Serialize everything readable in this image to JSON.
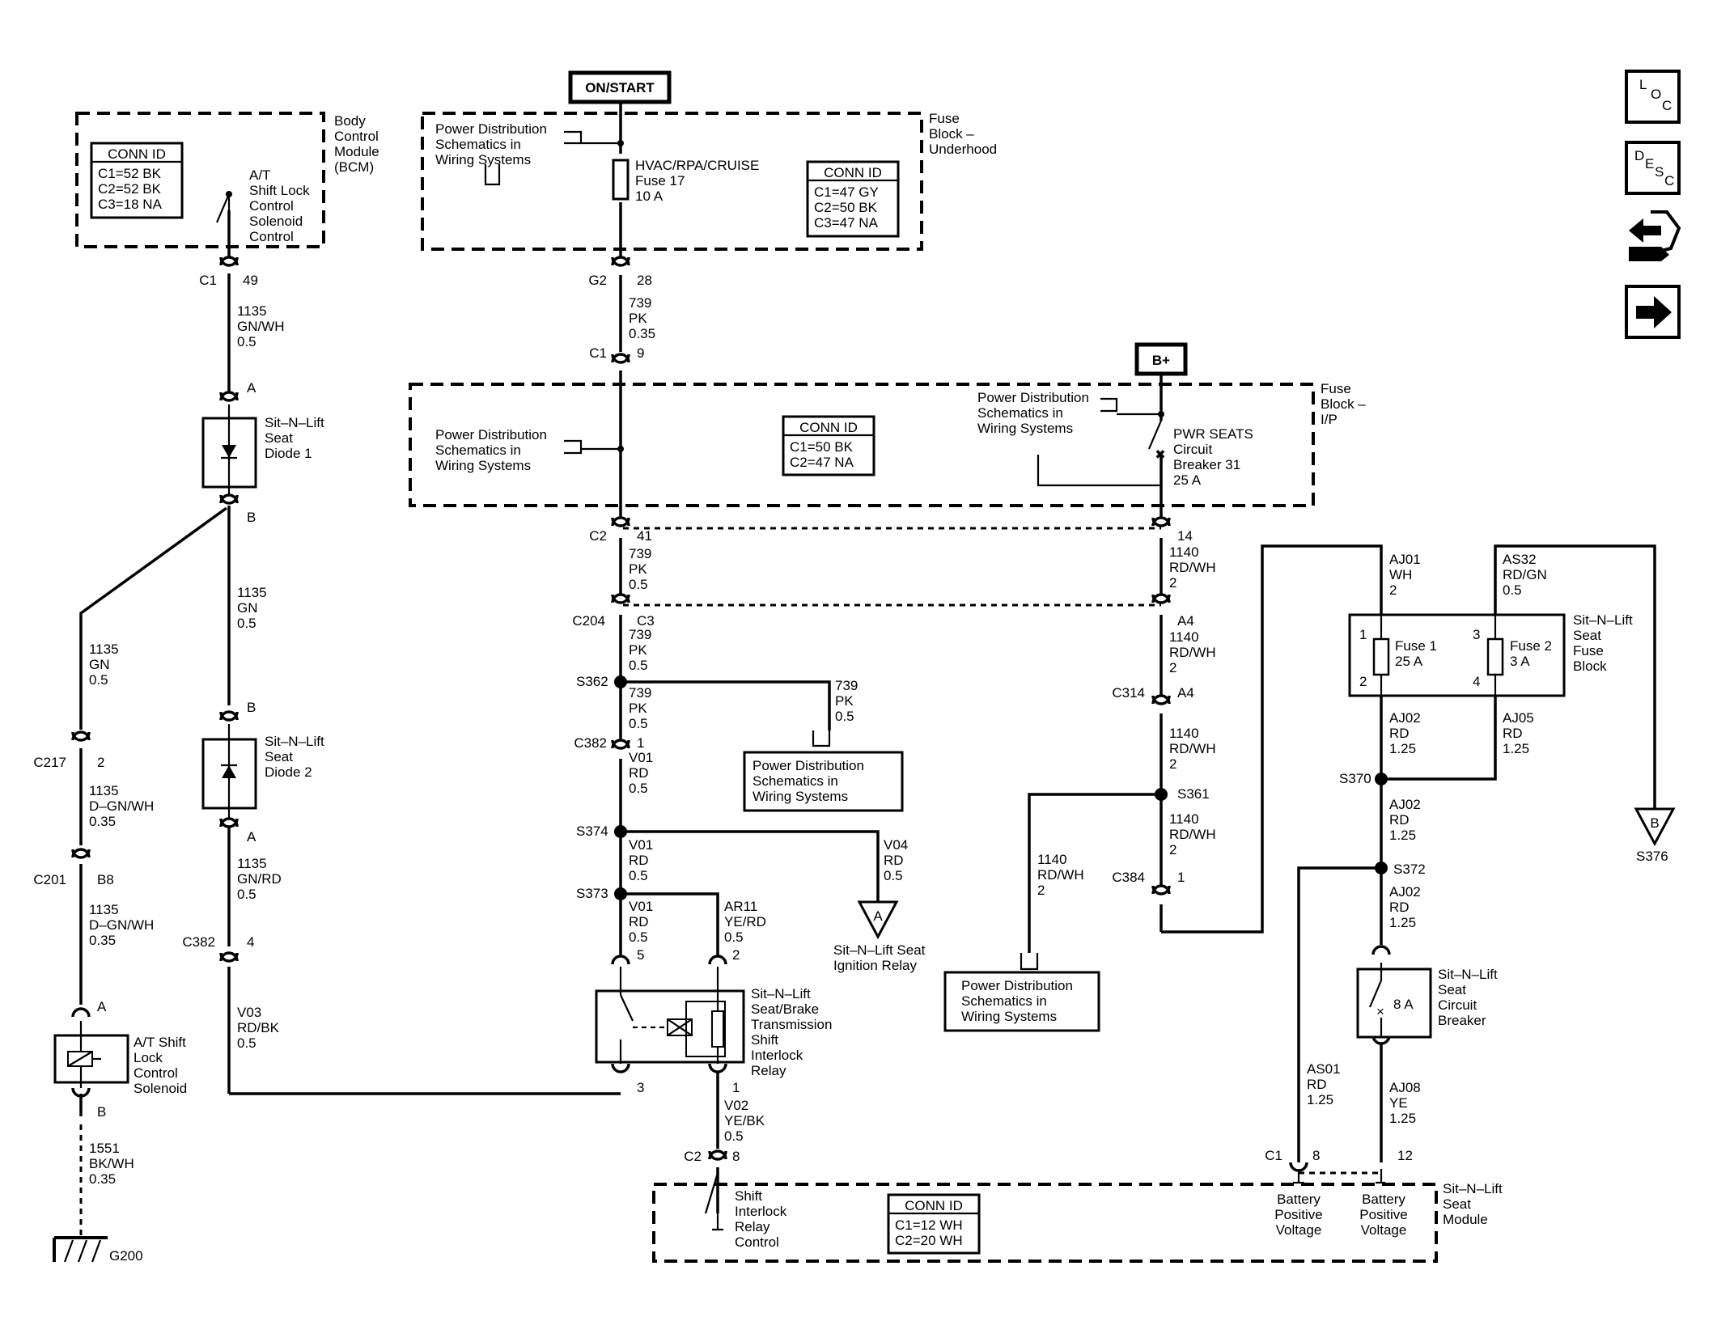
{
  "supply_labels": {
    "on_start": "ON/START",
    "b_plus": "B+"
  },
  "modules": {
    "bcm": {
      "lines": [
        "Body",
        "Control",
        "Module",
        "(BCM)"
      ]
    },
    "fuse_underhood": {
      "lines": [
        "Fuse",
        "Block –",
        "Underhood"
      ]
    },
    "fuse_ip": {
      "lines": [
        "Fuse",
        "Block –",
        "I/P"
      ]
    },
    "seat_module": {
      "lines": [
        "Sit–N–Lift",
        "Seat",
        "Module"
      ]
    }
  },
  "conn_tables": {
    "bcm": {
      "title": "CONN ID",
      "rows": [
        "C1=52 BK",
        "C2=52 BK",
        "C3=18 NA"
      ]
    },
    "underhood": {
      "title": "CONN ID",
      "rows": [
        "C1=47 GY",
        "C2=50 BK",
        "C3=47 NA"
      ]
    },
    "ip": {
      "title": "CONN ID",
      "rows": [
        "C1=50 BK",
        "C2=47 NA"
      ]
    },
    "seat_module": {
      "title": "CONN ID",
      "rows": [
        "C1=12 WH",
        "C2=20 WH"
      ]
    }
  },
  "power_dist": {
    "lines": [
      "Power Distribution",
      "Schematics in",
      "Wiring Systems"
    ]
  },
  "components": {
    "shift_lock_control": [
      "A/T",
      "Shift Lock",
      "Control",
      "Solenoid",
      "Control"
    ],
    "fuse17": [
      "HVAC/RPA/CRUISE",
      "Fuse 17",
      "10 A"
    ],
    "pwr_seats": [
      "PWR SEATS",
      "Circuit",
      "Breaker 31",
      "25 A"
    ],
    "diode1": [
      "Sit–N–Lift",
      "Seat",
      "Diode 1"
    ],
    "diode2": [
      "Sit–N–Lift",
      "Seat",
      "Diode 2"
    ],
    "at_solenoid": [
      "A/T Shift",
      "Lock",
      "Control",
      "Solenoid"
    ],
    "relay": [
      "Sit–N–Lift",
      "Seat/Brake",
      "Transmission",
      "Shift",
      "Interlock",
      "Relay"
    ],
    "ign_relay": [
      "Sit–N–Lift Seat",
      "Ignition Relay"
    ],
    "seat_fuse_block": [
      "Sit–N–Lift",
      "Seat",
      "Fuse",
      "Block"
    ],
    "seat_cb": [
      "Sit–N–Lift",
      "Seat",
      "Circuit",
      "Breaker"
    ],
    "fuse1": [
      "Fuse 1",
      "25 A"
    ],
    "fuse2": [
      "Fuse 2",
      "3 A"
    ],
    "cb_rating": "8 A",
    "shift_interlock_ctrl": [
      "Shift",
      "Interlock",
      "Relay",
      "Control"
    ],
    "batt1": [
      "Battery",
      "Positive",
      "Voltage"
    ],
    "batt2": [
      "Battery",
      "Positive",
      "Voltage"
    ]
  },
  "offpage": {
    "a_letter": "A",
    "b_letter": "B",
    "b_ref": "S376"
  },
  "ground": "G200",
  "connectors": {
    "c1_49": [
      "C1",
      "49"
    ],
    "a1": "A",
    "b1": "B",
    "b2": "B",
    "a2": "A",
    "c217": [
      "C217",
      "2"
    ],
    "c201": [
      "C201",
      "B8"
    ],
    "a_sol": "A",
    "b_sol": "B",
    "c382_4": [
      "C382",
      "4"
    ],
    "g2_28": [
      "G2",
      "28"
    ],
    "c1_9": [
      "C1",
      "9"
    ],
    "c2_41": [
      "C2",
      "41"
    ],
    "c204": [
      "C204",
      "C3"
    ],
    "s362": "S362",
    "c382_1": [
      "C382",
      "1"
    ],
    "s374": "S374",
    "s373": "S373",
    "r5": "5",
    "r2": "2",
    "r3": "3",
    "r1": "1",
    "c2_8": [
      "C2",
      "8"
    ],
    "p14": "14",
    "a4a": "A4",
    "c314": [
      "C314",
      "A4"
    ],
    "s361": "S361",
    "c384": [
      "C384",
      "1"
    ],
    "s370": "S370",
    "s372": "S372",
    "c1_8": [
      "C1",
      "8"
    ],
    "p12": "12",
    "fb1": "1",
    "fb2": "2",
    "fb3": "3",
    "fb4": "4"
  },
  "wires": {
    "w1": [
      "1135",
      "GN/WH",
      "0.5"
    ],
    "w2": [
      "1135",
      "GN",
      "0.5"
    ],
    "w3": [
      "1135",
      "GN",
      "0.5"
    ],
    "w4": [
      "1135",
      "D–GN/WH",
      "0.35"
    ],
    "w5": [
      "1135",
      "D–GN/WH",
      "0.35"
    ],
    "w6": [
      "1551",
      "BK/WH",
      "0.35"
    ],
    "w7": [
      "1135",
      "GN/RD",
      "0.5"
    ],
    "w8": [
      "V03",
      "RD/BK",
      "0.5"
    ],
    "w9": [
      "739",
      "PK",
      "0.35"
    ],
    "w10": [
      "739",
      "PK",
      "0.5"
    ],
    "w11": [
      "739",
      "PK",
      "0.5"
    ],
    "w12": [
      "739",
      "PK",
      "0.5"
    ],
    "w13": [
      "739",
      "PK",
      "0.5"
    ],
    "w14": [
      "V01",
      "RD",
      "0.5"
    ],
    "w15": [
      "V01",
      "RD",
      "0.5"
    ],
    "w16": [
      "V01",
      "RD",
      "0.5"
    ],
    "w17": [
      "V04",
      "RD",
      "0.5"
    ],
    "w18": [
      "AR11",
      "YE/RD",
      "0.5"
    ],
    "w19": [
      "V02",
      "YE/BK",
      "0.5"
    ],
    "w20": [
      "1140",
      "RD/WH",
      "2"
    ],
    "w21": [
      "1140",
      "RD/WH",
      "2"
    ],
    "w22": [
      "1140",
      "RD/WH",
      "2"
    ],
    "w23": [
      "1140",
      "RD/WH",
      "2"
    ],
    "w24": [
      "1140",
      "RD/WH",
      "2"
    ],
    "w25": [
      "AJ01",
      "WH",
      "2"
    ],
    "w26": [
      "AS32",
      "RD/GN",
      "0.5"
    ],
    "w27": [
      "AJ02",
      "RD",
      "1.25"
    ],
    "w28": [
      "AJ05",
      "RD",
      "1.25"
    ],
    "w29": [
      "AJ02",
      "RD",
      "1.25"
    ],
    "w30": [
      "AJ02",
      "RD",
      "1.25"
    ],
    "w31": [
      "AS01",
      "RD",
      "1.25"
    ],
    "w32": [
      "AJ08",
      "YE",
      "1.25"
    ]
  },
  "nav": {
    "loc": [
      "L",
      "O",
      "C"
    ],
    "desc": [
      "D",
      "E",
      "S",
      "C"
    ]
  },
  "icons": {
    "connector_view": "connector-view-icon",
    "next": "arrow-right-icon"
  }
}
